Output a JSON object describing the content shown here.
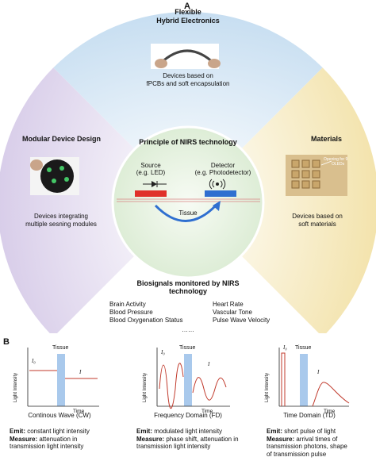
{
  "panel_a": {
    "letter": "A",
    "top": {
      "title_line1": "Flexible",
      "title_line2": "Hybrid Electronics",
      "caption_line1": "Devices based on",
      "caption_line2": "fPCBs and soft encapsulation"
    },
    "left": {
      "title": "Modular Device Design",
      "caption_line1": "Devices integrating",
      "caption_line2": "multiple sesning modules"
    },
    "right": {
      "title": "Materials",
      "caption_line1": "Devices based on",
      "caption_line2": "soft materials",
      "photo_label_line1": "Opening for 9",
      "photo_label_line2": "OLEDs"
    },
    "center": {
      "title": "Principle of NIRS technology",
      "source_line1": "Source",
      "source_line2": "(e.g. LED)",
      "detector_line1": "Detector",
      "detector_line2": "(e.g. Photodetector)",
      "tissue": "Tissue"
    },
    "bottom": {
      "title_line1": "Biosignals monitored by NIRS",
      "title_line2": "technology",
      "col1": [
        "Brain Activity",
        "Blood Pressure",
        "Blood Oxygenation Status"
      ],
      "col2": [
        "Heart Rate",
        "Vascular Tone",
        "Pulse Wave Velocity"
      ],
      "ellipsis": "……"
    }
  },
  "panel_b": {
    "letter": "B",
    "plots": [
      {
        "name": "Continous Wave (CW)",
        "tissue": "Tissue",
        "ylabel": "Light Intensity",
        "xlabel": "Time",
        "i0": "I₀",
        "i": "I",
        "emit_label": "Emit:",
        "emit_text": " constant light intensity",
        "measure_label": "Measure:",
        "measure_text_line1": " attenuation in",
        "measure_text_line2": "transmission light intensity"
      },
      {
        "name": "Frequency Domain (FD)",
        "tissue": "Tissue",
        "ylabel": "Light Intensity",
        "xlabel": "Time",
        "i0": "I₀",
        "i": "I",
        "emit_label": "Emit:",
        "emit_text": " modulated light intensity",
        "measure_label": "Measure:",
        "measure_text_line1": " phase shift, attenuation in",
        "measure_text_line2": "transmission light intensity"
      },
      {
        "name": "Time Domain (TD)",
        "tissue": "Tissue",
        "ylabel": "Light Intensity",
        "xlabel": "Time",
        "i0": "I₀",
        "i": "I",
        "emit_label": "Emit:",
        "emit_text": " short pulse of light",
        "measure_label": "Measure:",
        "measure_text_line1": " arrival times of",
        "measure_text_line2": "transmission photons, shape",
        "measure_text_line3": "of transmission pulse"
      }
    ]
  },
  "colors": {
    "sector_top": "#d6e8f5",
    "sector_left": "#e3dcef",
    "sector_right": "#f7ecc8",
    "center_circle": "#e6f1e1",
    "source_bar": "#e0302a",
    "detector_bar": "#2f6fd0",
    "tissue_band": "#a9c9ec",
    "curve": "#c0392b"
  }
}
